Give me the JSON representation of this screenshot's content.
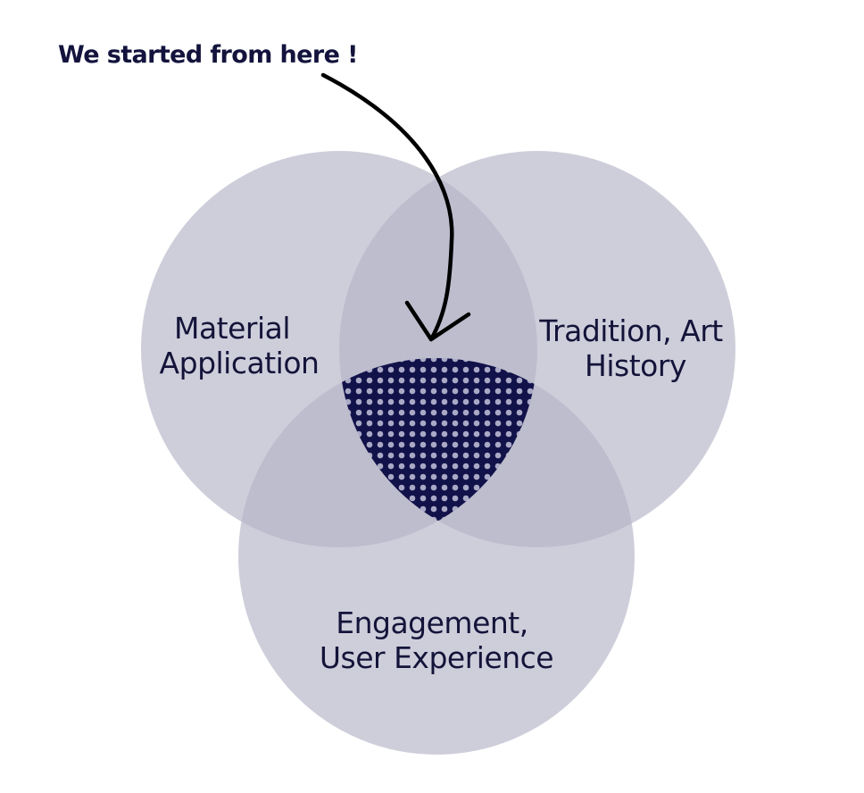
{
  "callout": {
    "text": "We started from here !"
  },
  "circles": [
    {
      "id": "material",
      "lines": [
        "Material",
        "Application"
      ]
    },
    {
      "id": "tradition",
      "lines": [
        "Tradition, Art",
        "History"
      ]
    },
    {
      "id": "engagement",
      "lines": [
        "Engagement,",
        "User Experience"
      ]
    }
  ],
  "colors": {
    "circle_fill": "#b4b4c7",
    "center_fill": "#12124a",
    "dot_fill": "#a9a9c6",
    "text": "#14143a",
    "arrow": "#000000"
  }
}
